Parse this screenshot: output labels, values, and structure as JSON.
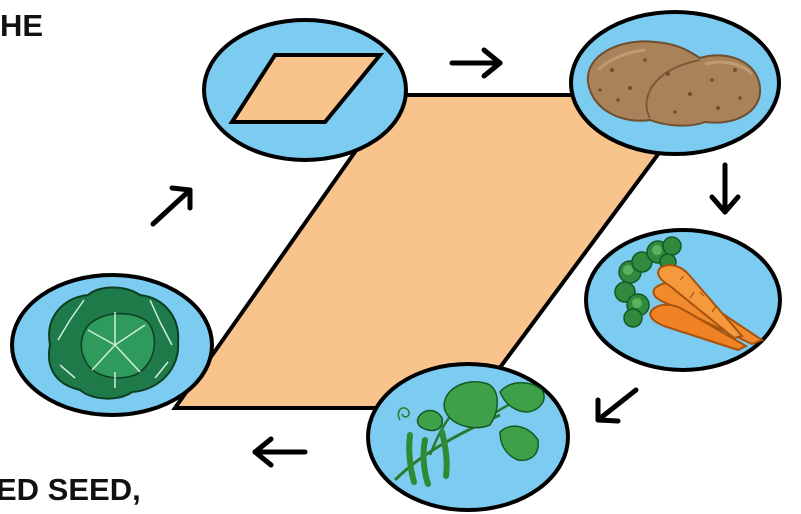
{
  "captions": {
    "top": "HE",
    "bottom": "ED SEED,"
  },
  "colors": {
    "field": "#F9C38C",
    "circle": "#7CCBF0",
    "outline": "#000000",
    "potato": "#B08A5E",
    "carrot": "#F08A2C",
    "leaf_dark": "#1E7A3C",
    "leaf_light": "#6CC26E",
    "cabbage": "#1F7A4A"
  },
  "diagram": {
    "stages": [
      {
        "name": "empty-field",
        "icon": "empty-plot-icon"
      },
      {
        "name": "potatoes",
        "icon": "potato-icon"
      },
      {
        "name": "carrots",
        "icon": "carrot-icon"
      },
      {
        "name": "beans",
        "icon": "bean-plant-icon"
      },
      {
        "name": "cabbage",
        "icon": "cabbage-icon"
      }
    ],
    "arrows": [
      "right",
      "down",
      "down-left",
      "left",
      "up-right"
    ]
  }
}
